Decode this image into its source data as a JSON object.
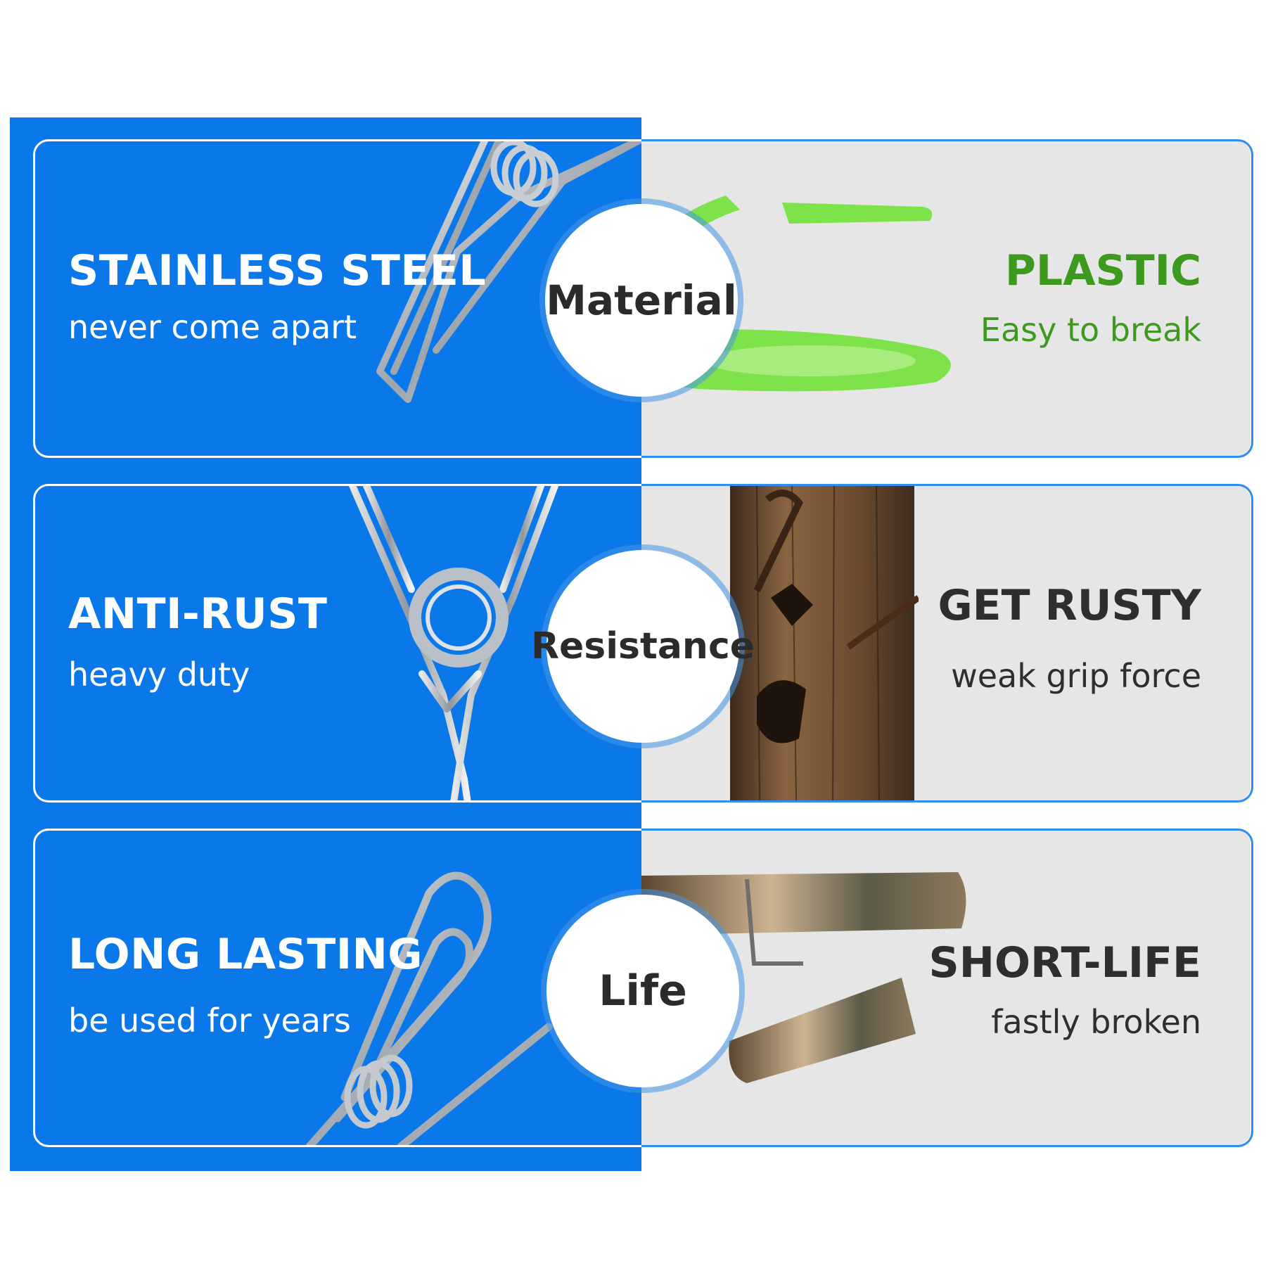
{
  "colors": {
    "blue_panel": "#0b78ea",
    "grey_panel": "#e6e6e6",
    "plastic_green": "#3e9a1f",
    "dark_text": "#2e2e2e"
  },
  "rows": [
    {
      "left_title": "STAINLESS STEEL",
      "left_subtitle": "never come apart",
      "badge": "Material",
      "right_title": "PLASTIC",
      "right_subtitle": "Easy to break",
      "left_image": "stainless-clip-spring-image",
      "right_image": "broken-green-plastic-clip-image"
    },
    {
      "left_title": "ANTI-RUST",
      "left_subtitle": "heavy duty",
      "badge": "Resistance",
      "right_title": "GET RUSTY",
      "right_subtitle": "weak grip force",
      "left_image": "stainless-clip-coil-image",
      "right_image": "rusty-wooden-peg-image"
    },
    {
      "left_title": "LONG LASTING",
      "left_subtitle": "be used for years",
      "badge": "Life",
      "right_title": "SHORT-LIFE",
      "right_subtitle": "fastly broken",
      "left_image": "stainless-clip-loop-image",
      "right_image": "broken-wooden-peg-image"
    }
  ]
}
